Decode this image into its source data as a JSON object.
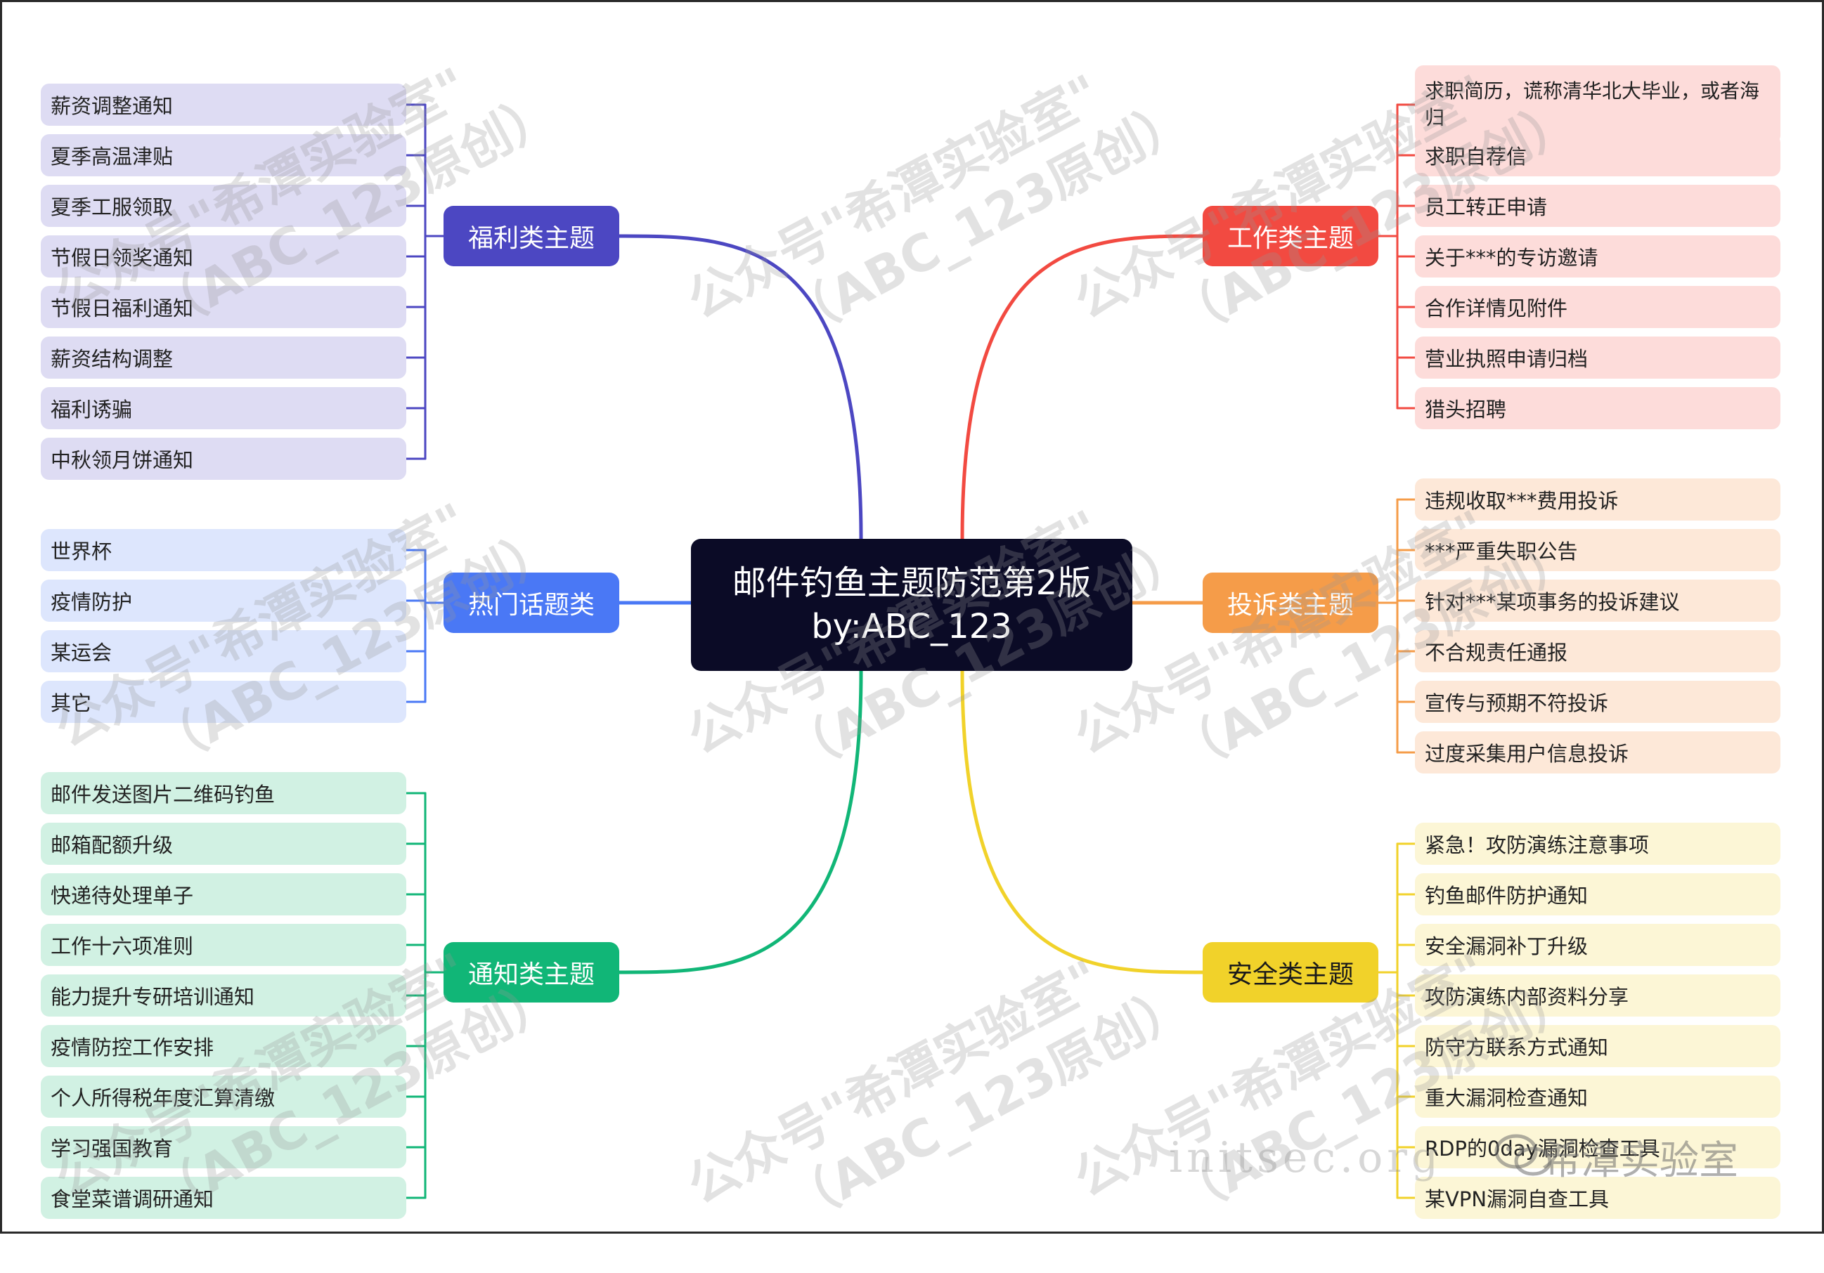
{
  "center": {
    "line1": "邮件钓鱼主题防范第2版",
    "line2": "by:ABC_123"
  },
  "branches": [
    {
      "key": "welfare",
      "label": "福利类主题",
      "color": "#4c47c2",
      "leaf_bg": "#dedcf3",
      "items": [
        "薪资调整通知",
        "夏季高温津贴",
        "夏季工服领取",
        "节假日领奖通知",
        "节假日福利通知",
        "薪资结构调整",
        "福利诱骗",
        "中秋领月饼通知"
      ]
    },
    {
      "key": "hot",
      "label": "热门话题类",
      "color": "#4a78f5",
      "leaf_bg": "#dde6fd",
      "items": [
        "世界杯",
        "疫情防护",
        "某运会",
        "其它"
      ]
    },
    {
      "key": "notice",
      "label": "通知类主题",
      "color": "#11b677",
      "leaf_bg": "#d1f1e3",
      "items": [
        "邮件发送图片二维码钓鱼",
        "邮箱配额升级",
        "快递待处理单子",
        "工作十六项准则",
        "能力提升专研培训通知",
        "疫情防控工作安排",
        "个人所得税年度汇算清缴",
        "学习强国教育",
        "食堂菜谱调研通知"
      ]
    },
    {
      "key": "work",
      "label": "工作类主题",
      "color": "#f24a41",
      "leaf_bg": "#fddcda",
      "items": [
        "求职简历，谎称清华北大毕业，或者海归",
        "求职自荐信",
        "员工转正申请",
        "关于***的专访邀请",
        "合作详情见附件",
        "营业执照申请归档",
        "猎头招聘"
      ]
    },
    {
      "key": "complaint",
      "label": "投诉类主题",
      "color": "#f59c49",
      "leaf_bg": "#fde8d8",
      "items": [
        "违规收取***费用投诉",
        "***严重失职公告",
        "针对***某项事务的投诉建议",
        "不合规责任通报",
        "宣传与预期不符投诉",
        "过度采集用户信息投诉"
      ]
    },
    {
      "key": "security",
      "label": "安全类主题",
      "color": "#f1d22a",
      "topic_text": "#1a1a1a",
      "leaf_bg": "#fcf6d6",
      "items": [
        "紧急！攻防演练注意事项",
        "钓鱼邮件防护通知",
        "安全漏洞补丁升级",
        "攻防演练内部资料分享",
        "防守方联系方式通知",
        "重大漏洞检查通知",
        "RDP的0day漏洞检查工具",
        "某VPN漏洞自查工具"
      ]
    }
  ],
  "watermark": {
    "line1": "公众号\"希潭实验室\"",
    "line2": "（ABC_123原创）"
  },
  "footer": {
    "site": "initsec.org",
    "brand": "希潭实验室"
  }
}
